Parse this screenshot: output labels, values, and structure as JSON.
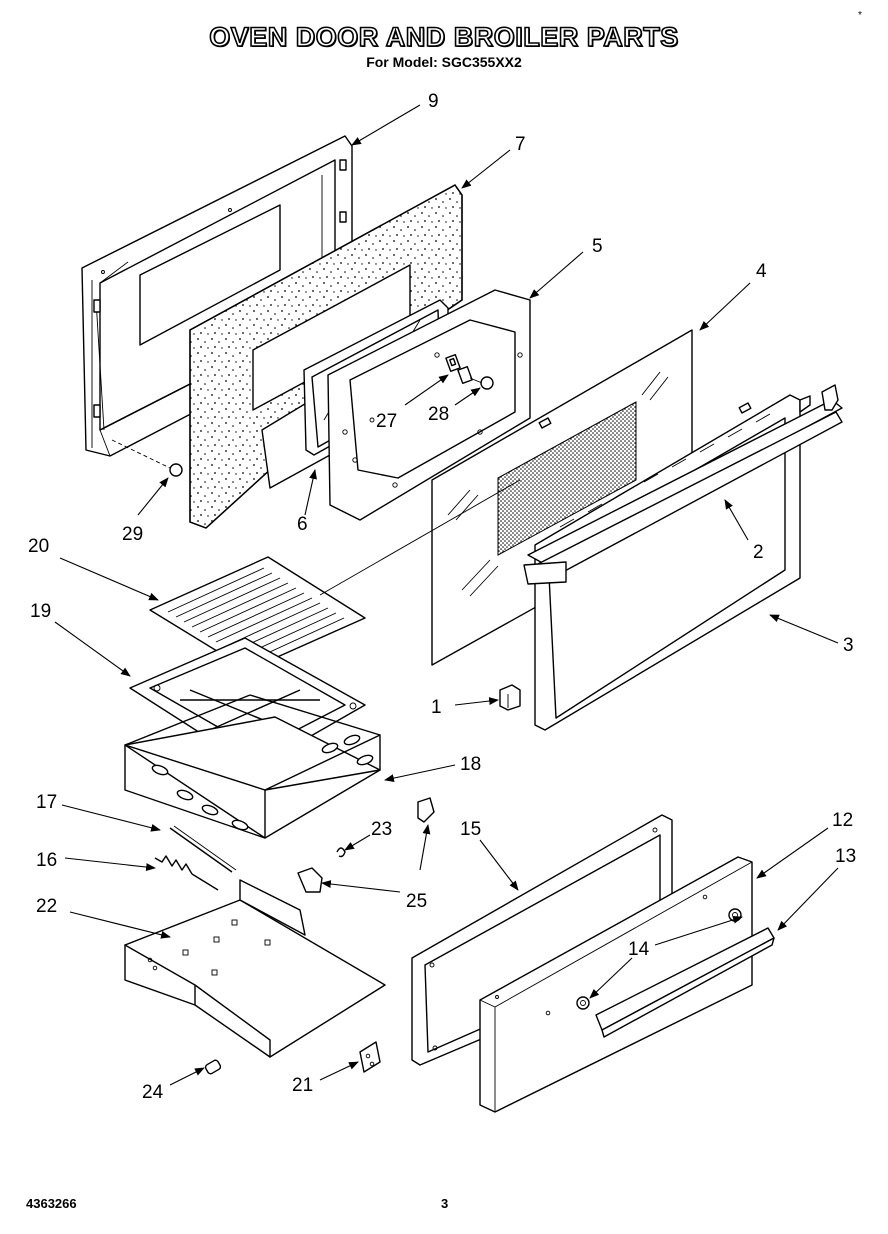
{
  "header": {
    "title": "OVEN DOOR AND BROILER PARTS",
    "subtitle": "For Model: SGC355XX2"
  },
  "footer": {
    "doc_number": "4363266",
    "page_number": "3"
  },
  "corner_mark": "*",
  "callouts": {
    "p1": "1",
    "p2": "2",
    "p3": "3",
    "p4": "4",
    "p5": "5",
    "p6": "6",
    "p7": "7",
    "p9": "9",
    "p12": "12",
    "p13": "13",
    "p14": "14",
    "p15": "15",
    "p16": "16",
    "p17": "17",
    "p18": "18",
    "p19": "19",
    "p20": "20",
    "p21": "21",
    "p22": "22",
    "p23": "23",
    "p24": "24",
    "p25": "25",
    "p27": "27",
    "p28": "28",
    "p29": "29"
  }
}
